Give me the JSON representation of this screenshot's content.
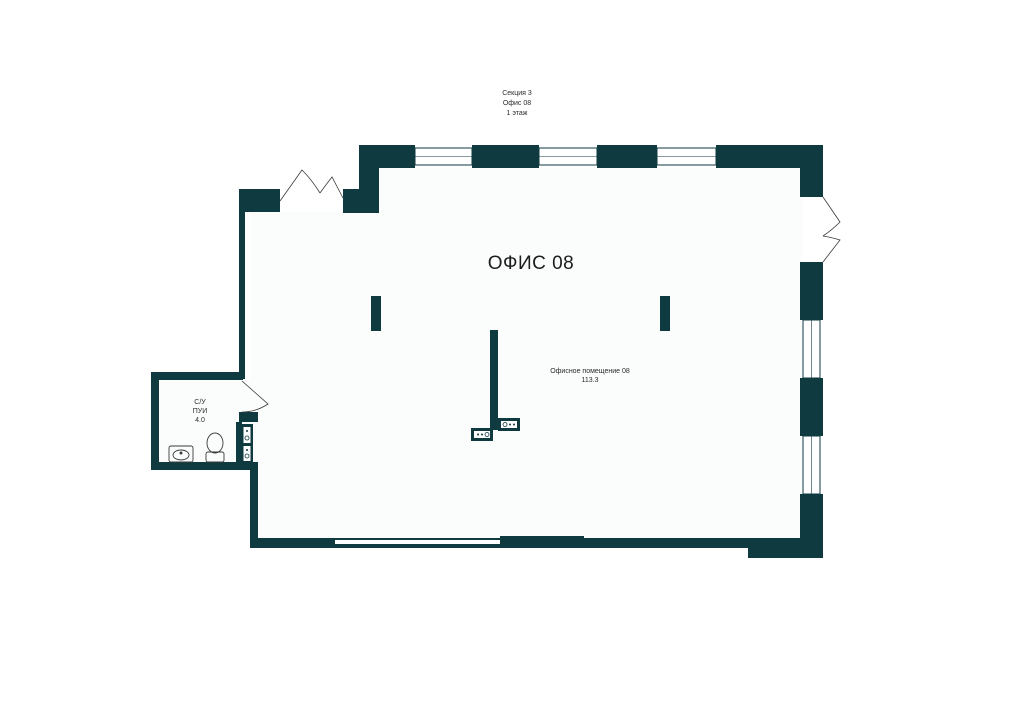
{
  "header": {
    "section": "Секция 3",
    "office": "Офис 08",
    "floor": "1 этаж"
  },
  "plan_title": "ОФИС 08",
  "rooms": [
    {
      "name": "Офисное помещение 08",
      "area": "113.3"
    },
    {
      "name_line1": "С/У",
      "name_line2": "ПУИ",
      "area": "4.0"
    }
  ],
  "colors": {
    "wall": "#0f3a40",
    "floor": "#fbfdfd",
    "window": "#ffffff",
    "text": "#2b2b2b"
  },
  "icons": [
    "door-swing-icon",
    "window-icon",
    "sink-icon",
    "toilet-icon",
    "outlet-icon",
    "column-icon"
  ]
}
